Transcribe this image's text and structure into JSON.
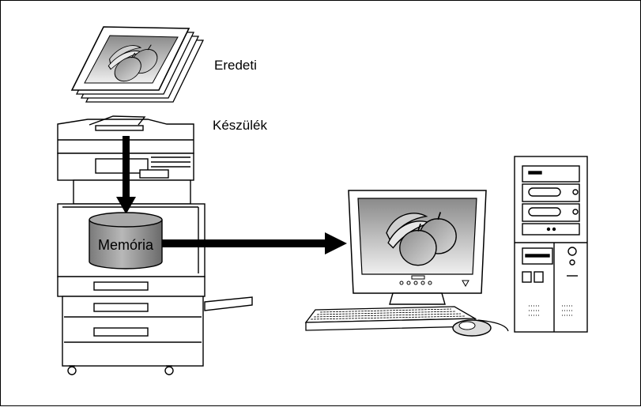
{
  "labels": {
    "original": "Eredeti",
    "device": "Készülék",
    "memory": "Memória"
  },
  "icons": {
    "originals": "document-stack-icon",
    "copier": "copier-icon",
    "memory": "memory-cylinder-icon",
    "monitor": "monitor-icon",
    "keyboard": "keyboard-icon",
    "mouse": "mouse-icon",
    "tower": "pc-tower-icon"
  }
}
